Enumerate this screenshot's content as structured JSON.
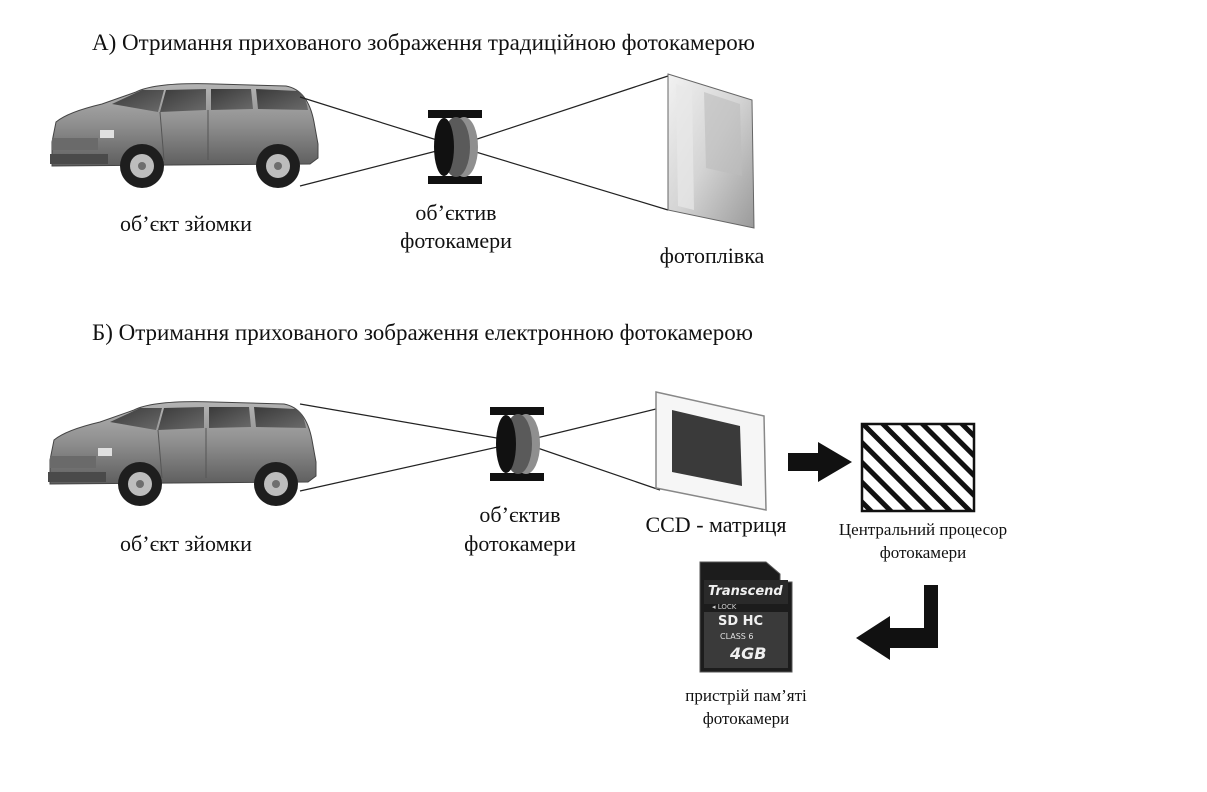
{
  "section_a": {
    "heading": "А) Отримання прихованого зображення традиційною фотокамерою",
    "object_label": "об’єкт зйомки",
    "lens_label_1": "об’єктив",
    "lens_label_2": "фотокамери",
    "film_label": "фотоплівка"
  },
  "section_b": {
    "heading": "Б) Отримання прихованого зображення електронною фотокамерою",
    "object_label": "об’єкт зйомки",
    "lens_label_1": "об’єктив",
    "lens_label_2": "фотокамери",
    "ccd_label": "CCD - матриця",
    "cpu_label_1": "Центральний процесор",
    "cpu_label_2": "фотокамери",
    "memory_label_1": "пристрій пам’яті",
    "memory_label_2": "фотокамери",
    "sd_card": {
      "brand": "Transcend",
      "logo": "SD HC",
      "class": "CLASS 6",
      "lock": "◂ LOCK",
      "capacity": "4GB"
    }
  }
}
